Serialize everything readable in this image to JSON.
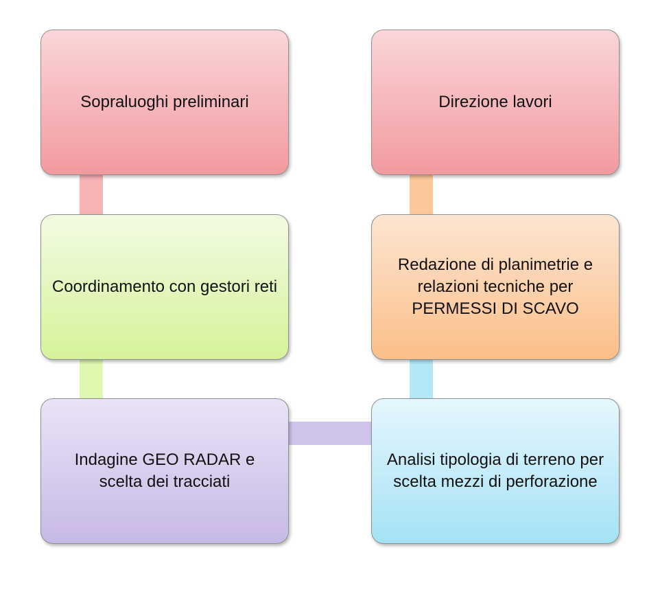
{
  "diagram": {
    "nodes": [
      {
        "id": "sopraluoghi",
        "label": "Sopraluoghi preliminari",
        "color_top": "#fad6d8",
        "color_bottom": "#f29aa0"
      },
      {
        "id": "coordinamento",
        "label": "Coordinamento con gestori reti",
        "color_top": "#f2fbe2",
        "color_bottom": "#d5f39a"
      },
      {
        "id": "indagine",
        "label": "Indagine GEO RADAR e scelta dei tracciati",
        "color_top": "#eae3f6",
        "color_bottom": "#c7b9e6"
      },
      {
        "id": "analisi",
        "label": "Analisi tipologia di terreno per scelta mezzi di perforazione",
        "color_top": "#e6f6fd",
        "color_bottom": "#a4e2f6"
      },
      {
        "id": "redazione",
        "label": "Redazione di planimetrie e relazioni tecniche per PERMESSI DI SCAVO",
        "color_top": "#fde5d2",
        "color_bottom": "#fbbf88"
      },
      {
        "id": "direzione",
        "label": "Direzione lavori",
        "color_top": "#fad6d8",
        "color_bottom": "#f29aa0"
      }
    ],
    "edges": [
      {
        "from": "sopraluoghi",
        "to": "coordinamento",
        "color": "#f7b2b6"
      },
      {
        "from": "coordinamento",
        "to": "indagine",
        "color": "#def7b0"
      },
      {
        "from": "indagine",
        "to": "analisi",
        "color": "#d0c4ec"
      },
      {
        "from": "analisi",
        "to": "redazione",
        "color": "#b4e8f8"
      },
      {
        "from": "redazione",
        "to": "direzione",
        "color": "#fcc89a"
      }
    ]
  }
}
